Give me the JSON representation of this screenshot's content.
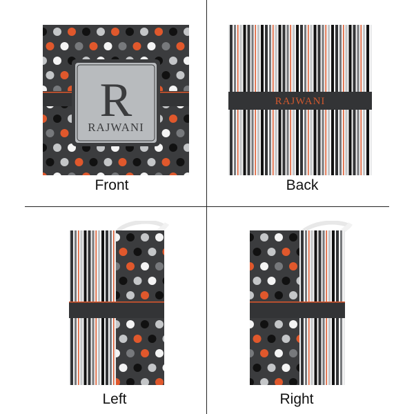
{
  "views": {
    "front": {
      "caption": "Front",
      "monogram_letter": "R",
      "monogram_name": "RAJWANI"
    },
    "back": {
      "caption": "Back",
      "name": "RAJWANI"
    },
    "left": {
      "caption": "Left"
    },
    "right": {
      "caption": "Right"
    }
  },
  "colors": {
    "charcoal": "#3b3c3e",
    "dark_band": "#333436",
    "orange": "#e0582c",
    "light_gray": "#c4c6c8",
    "mid_gray": "#77797c",
    "black_dot": "#111111",
    "white": "#f4f4f4",
    "panel_gray": "#b8bbbe"
  }
}
